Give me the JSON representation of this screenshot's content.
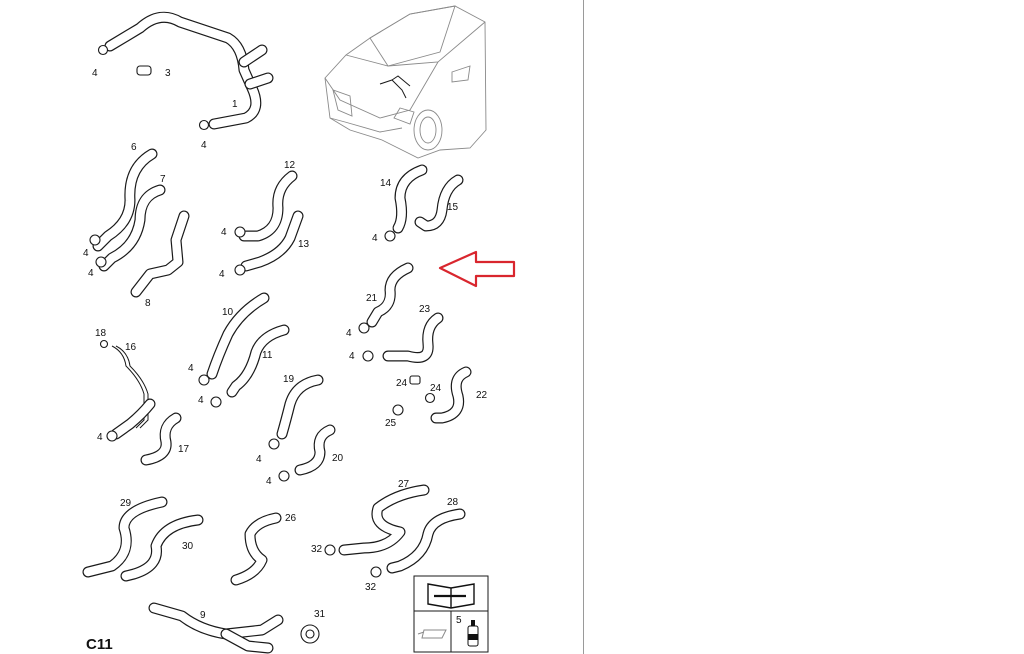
{
  "page": {
    "code": "C11"
  },
  "callouts": [
    {
      "n": "1"
    },
    {
      "n": "3"
    },
    {
      "n": "4"
    },
    {
      "n": "4"
    },
    {
      "n": "6"
    },
    {
      "n": "7"
    },
    {
      "n": "8"
    },
    {
      "n": "4"
    },
    {
      "n": "4"
    },
    {
      "n": "12"
    },
    {
      "n": "13"
    },
    {
      "n": "4"
    },
    {
      "n": "4"
    },
    {
      "n": "14"
    },
    {
      "n": "15"
    },
    {
      "n": "4"
    },
    {
      "n": "21"
    },
    {
      "n": "23"
    },
    {
      "n": "4"
    },
    {
      "n": "4"
    },
    {
      "n": "24"
    },
    {
      "n": "24"
    },
    {
      "n": "22"
    },
    {
      "n": "25"
    },
    {
      "n": "10"
    },
    {
      "n": "11"
    },
    {
      "n": "4"
    },
    {
      "n": "4"
    },
    {
      "n": "18"
    },
    {
      "n": "16"
    },
    {
      "n": "4"
    },
    {
      "n": "17"
    },
    {
      "n": "19"
    },
    {
      "n": "4"
    },
    {
      "n": "20"
    },
    {
      "n": "4"
    },
    {
      "n": "29"
    },
    {
      "n": "30"
    },
    {
      "n": "26"
    },
    {
      "n": "27"
    },
    {
      "n": "28"
    },
    {
      "n": "32"
    },
    {
      "n": "32"
    },
    {
      "n": "9"
    },
    {
      "n": "31"
    }
  ],
  "legend": {
    "box_number": "5"
  },
  "highlight": {
    "arrow_color": "#d9262e",
    "target_part": "21"
  },
  "icons": {
    "car": "car-outline-icon",
    "manual": "repair-manual-icon",
    "oil": "oil-can-icon",
    "fluid": "fluid-bottle-icon",
    "arrow": "pointer-arrow-icon"
  }
}
